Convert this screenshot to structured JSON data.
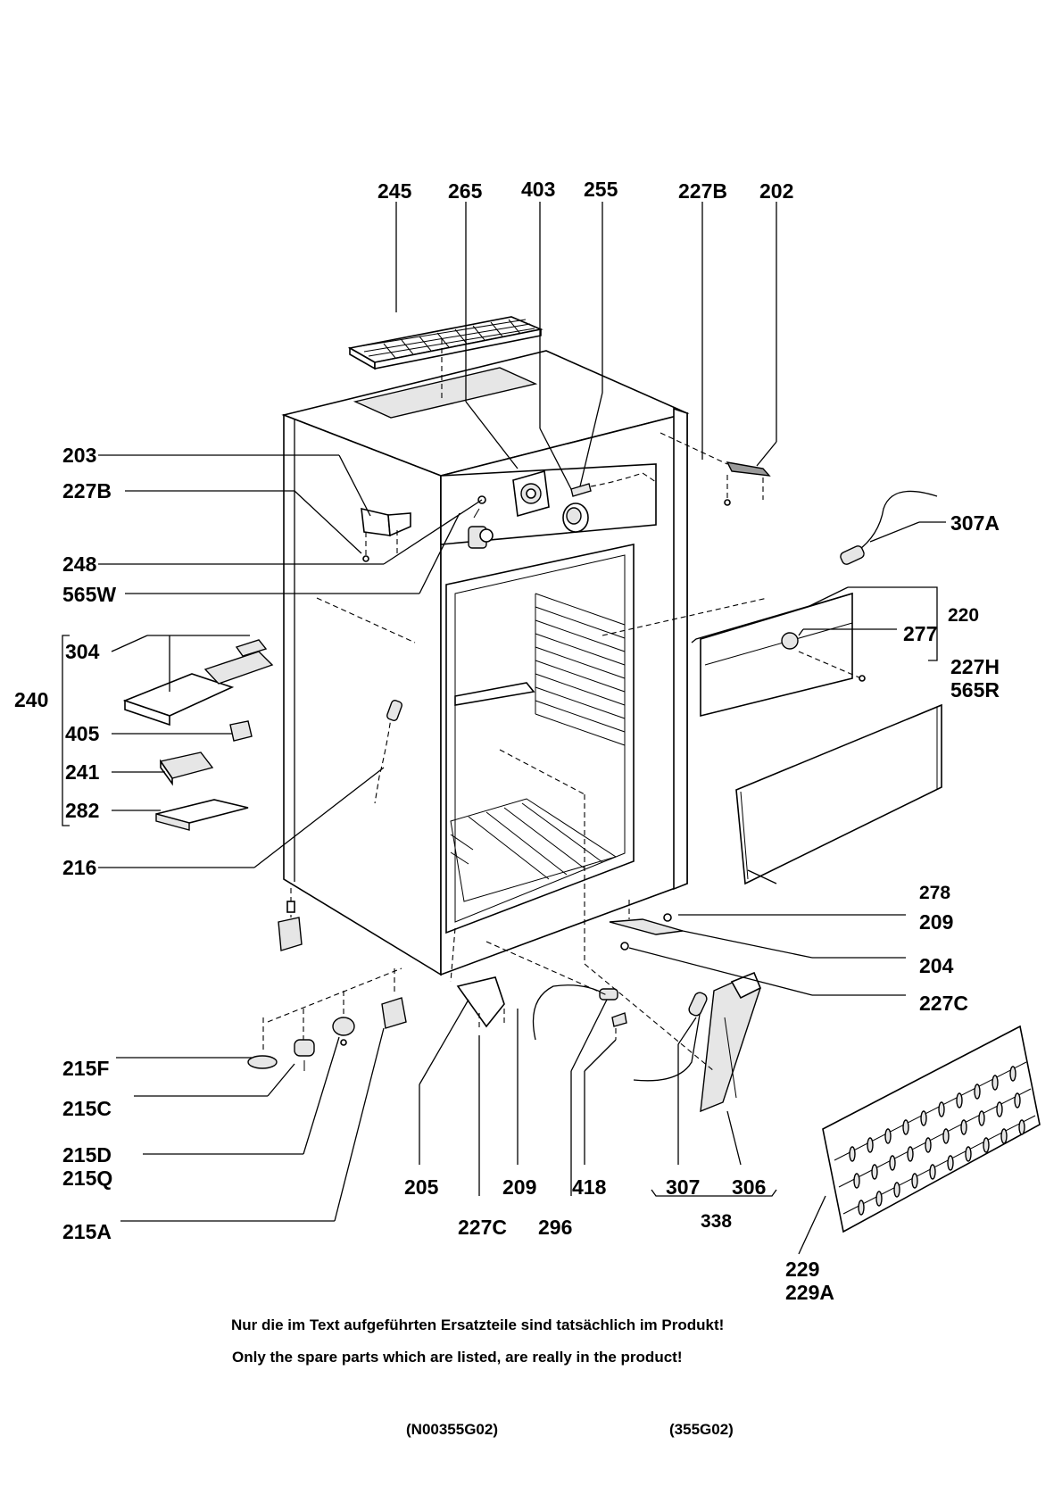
{
  "labels": {
    "l245": "245",
    "l265": "265",
    "l403": "403",
    "l255": "255",
    "l227B_top": "227B",
    "l202": "202",
    "l203": "203",
    "l227B_left": "227B",
    "l248": "248",
    "l565W": "565W",
    "l304": "304",
    "l240": "240",
    "l405": "405",
    "l241": "241",
    "l282": "282",
    "l216": "216",
    "l307A": "307A",
    "l220": "220",
    "l277": "277",
    "l227H": "227H",
    "l565R": "565R",
    "l278": "278",
    "l209_right": "209",
    "l204": "204",
    "l227C_right": "227C",
    "l215F": "215F",
    "l215C": "215C",
    "l215D": "215D",
    "l215Q": "215Q",
    "l215A": "215A",
    "l205": "205",
    "l209_bottom": "209",
    "l418": "418",
    "l307": "307",
    "l306": "306",
    "l227C_bottom": "227C",
    "l296": "296",
    "l338": "338",
    "l229": "229",
    "l229A": "229A"
  },
  "notes": {
    "german": "Nur die im Text aufgeführten Ersatzteile sind tatsächlich im Produkt!",
    "english": "Only the spare parts which are listed, are really in the product!"
  },
  "codes": {
    "left": "(N00355G02)",
    "right": "(355G02)"
  }
}
